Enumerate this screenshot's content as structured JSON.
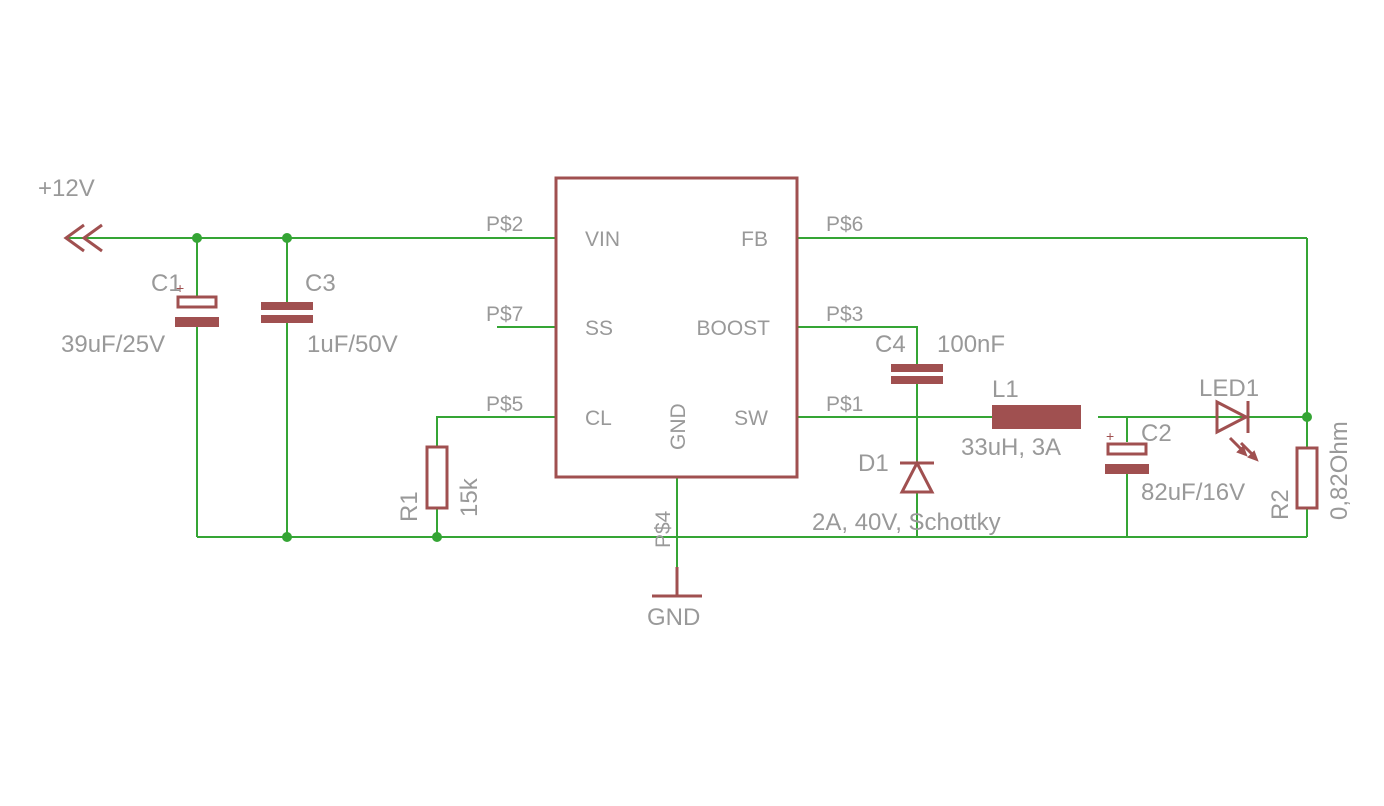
{
  "colors": {
    "wire": "#35a535",
    "symbol": "#a05050",
    "label": "#999999",
    "background": "#ffffff"
  },
  "supply": {
    "label": "+12V"
  },
  "ic": {
    "pins": {
      "vin": {
        "num": "P$2",
        "name": "VIN"
      },
      "ss": {
        "num": "P$7",
        "name": "SS"
      },
      "cl": {
        "num": "P$5",
        "name": "CL"
      },
      "gnd": {
        "num": "P$4",
        "name": "GND"
      },
      "fb": {
        "num": "P$6",
        "name": "FB"
      },
      "boost": {
        "num": "P$3",
        "name": "BOOST"
      },
      "sw": {
        "num": "P$1",
        "name": "SW"
      }
    }
  },
  "components": {
    "c1": {
      "name": "C1",
      "value": "39uF/25V"
    },
    "c3": {
      "name": "C3",
      "value": "1uF/50V"
    },
    "r1": {
      "name": "R1",
      "value": "15k"
    },
    "c4": {
      "name": "C4",
      "value": "100nF"
    },
    "d1": {
      "name": "D1",
      "value": "2A, 40V, Schottky"
    },
    "l1": {
      "name": "L1",
      "value": "33uH, 3A"
    },
    "c2": {
      "name": "C2",
      "value": "82uF/16V"
    },
    "led1": {
      "name": "LED1"
    },
    "r2": {
      "name": "R2",
      "value": "0,82Ohm"
    }
  },
  "ground": {
    "label": "GND"
  },
  "icons": {
    "supply": "double-arrow-supply-icon",
    "ground": "ground-bar-icon",
    "led": "led-icon"
  }
}
